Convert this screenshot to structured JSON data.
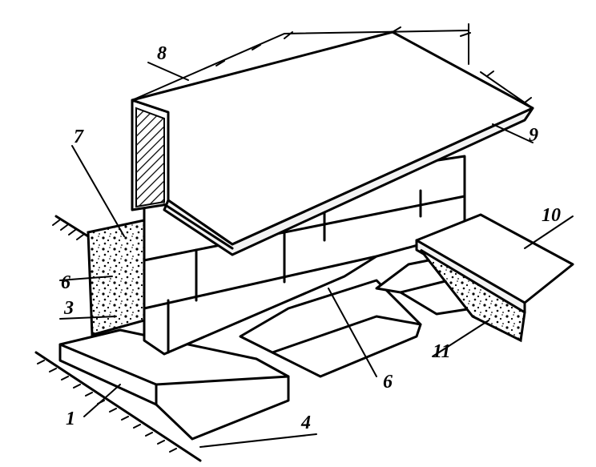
{
  "labels": {
    "l1": "1",
    "l3": "3",
    "l4": "4",
    "l6_left": "6",
    "l6_bottom": "6",
    "l7": "7",
    "l8": "8",
    "l9": "9",
    "l10": "10",
    "l11": "11"
  }
}
